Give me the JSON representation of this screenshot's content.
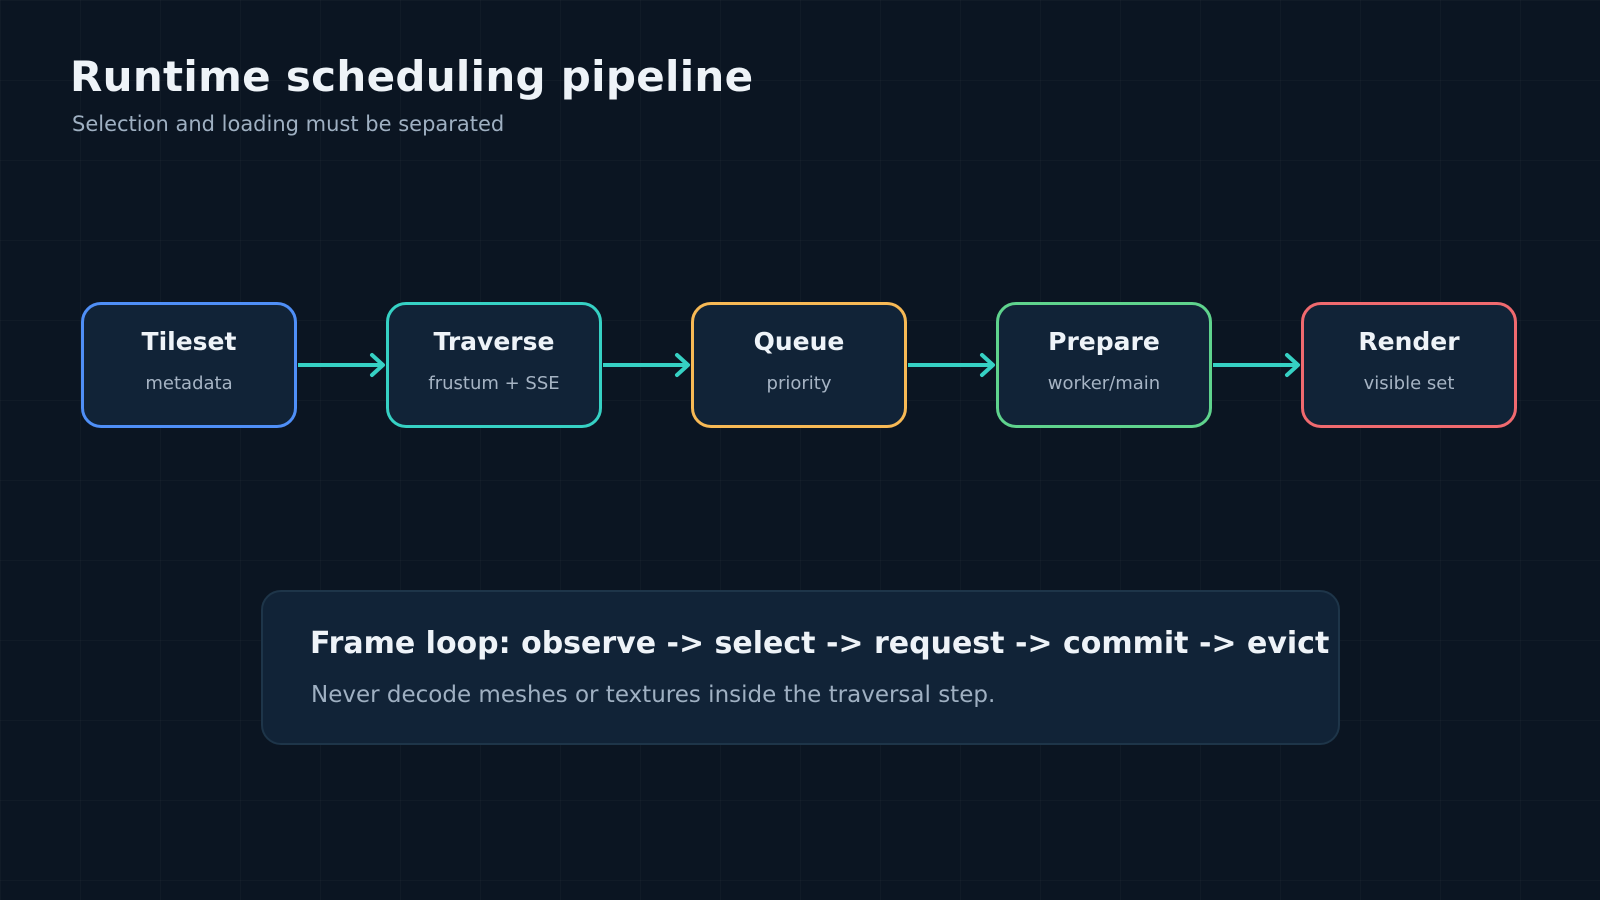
{
  "header": {
    "title": "Runtime scheduling pipeline",
    "subtitle": "Selection and loading must be separated"
  },
  "stages": [
    {
      "title": "Tileset",
      "subtitle": "metadata",
      "color": "#4f8ff7"
    },
    {
      "title": "Traverse",
      "subtitle": "frustum + SSE",
      "color": "#36d1c4"
    },
    {
      "title": "Queue",
      "subtitle": "priority",
      "color": "#f7b955"
    },
    {
      "title": "Prepare",
      "subtitle": "worker/main",
      "color": "#5fd38d"
    },
    {
      "title": "Render",
      "subtitle": "visible set",
      "color": "#f06a6f"
    }
  ],
  "connector_color": "#36d1c4",
  "callout": {
    "title": "Frame loop: observe -> select -> request -> commit -> evict",
    "text": "Never decode meshes or textures inside the traversal step."
  }
}
